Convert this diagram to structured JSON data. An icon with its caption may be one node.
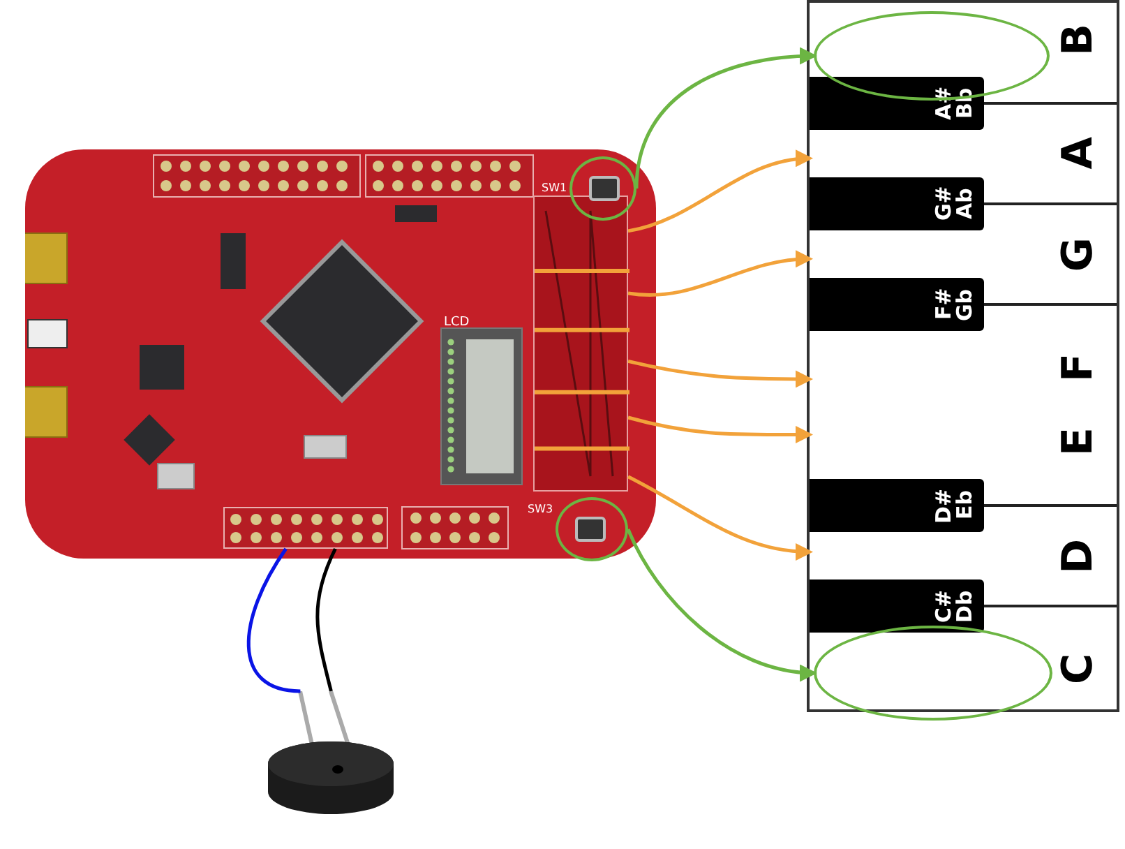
{
  "diagram": {
    "nodes": [
      {
        "text": [],
        "shape": "picture"
      },
      {
        "text": [],
        "shape": "circle",
        "in": 0,
        "beside": [
          "SW1"
        ]
      },
      {
        "text": [],
        "shape": "box",
        "in": 0
      },
      {
        "text": [],
        "shape": "circle",
        "in": 0,
        "beside": [
          "SW3"
        ]
      },
      {
        "text": [],
        "shape": "bar",
        "in": 0
      },
      {
        "text": [],
        "shape": "picture"
      },
      {
        "text": [],
        "shape": "box"
      },
      {
        "text": [
          "B"
        ],
        "in": 6
      },
      {
        "text": [
          "A# Bb"
        ],
        "in": 6
      },
      {
        "text": [
          "A"
        ],
        "in": 6
      },
      {
        "text": [
          "G# Ab"
        ],
        "in": 6
      },
      {
        "text": [
          "G"
        ],
        "in": 6
      },
      {
        "text": [
          "F# Gb"
        ],
        "in": 6
      },
      {
        "text": [
          "F"
        ],
        "in": 6
      },
      {
        "text": [
          "E"
        ],
        "in": 6
      },
      {
        "text": [
          "D# Eb"
        ],
        "in": 6
      },
      {
        "text": [
          "D"
        ],
        "in": 6
      },
      {
        "text": [
          "C# Db"
        ],
        "in": 6
      },
      {
        "text": [
          "C"
        ],
        "in": 6
      },
      {
        "text": [],
        "shape": "ellipse",
        "in": 6
      },
      {
        "text": [],
        "shape": "ellipse",
        "in": 6
      }
    ],
    "edges": [
      {
        "from": 1,
        "to": 19,
        "arrow": "to",
        "color": "#6cb543"
      },
      {
        "from": 2,
        "to": 9,
        "arrow": "to",
        "color": "#f2a23a"
      },
      {
        "from": 2,
        "to": 11,
        "arrow": "to",
        "color": "#f2a23a"
      },
      {
        "from": 2,
        "to": 13,
        "arrow": "to",
        "color": "#f2a23a"
      },
      {
        "from": 2,
        "to": 14,
        "arrow": "to",
        "color": "#f2a23a"
      },
      {
        "from": 2,
        "to": 16,
        "arrow": "to",
        "color": "#f2a23a"
      },
      {
        "from": 3,
        "to": 20,
        "arrow": "to",
        "color": "#6cb543"
      },
      {
        "from": 4,
        "to": 5,
        "arrow": "none",
        "color": "#0a14e6"
      },
      {
        "from": 4,
        "to": 5,
        "arrow": "none",
        "color": "#000000"
      }
    ],
    "labels": [
      "LCD"
    ]
  }
}
